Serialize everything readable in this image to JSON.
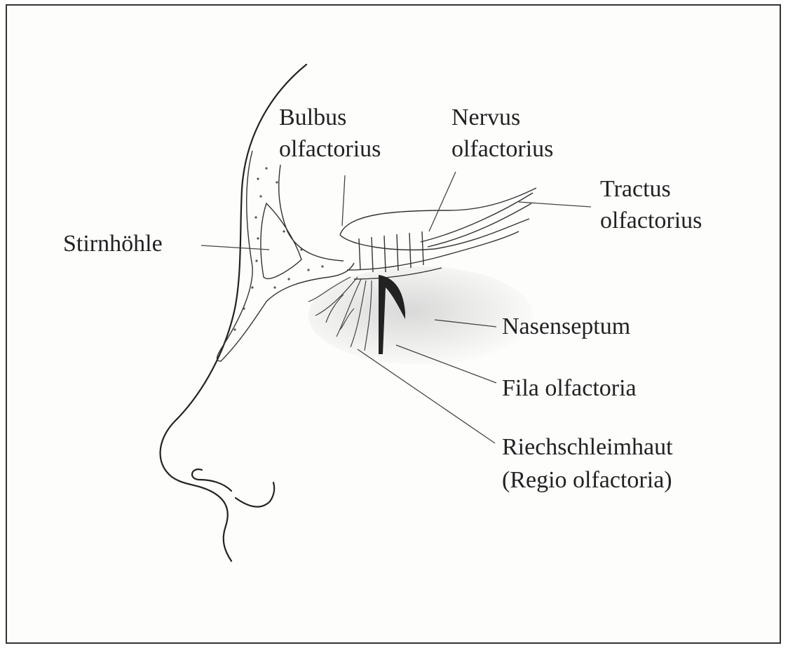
{
  "labels": {
    "bulbus": [
      "Bulbus",
      "olfactorius"
    ],
    "nervus": [
      "Nervus",
      "olfactorius"
    ],
    "tractus": [
      "Tractus",
      "olfactorius"
    ],
    "stirnhoehle": "Stirnhöhle",
    "nasenseptum": "Nasenseptum",
    "fila": "Fila olfactoria",
    "riech": [
      "Riechschleimhaut",
      "(Regio olfactoria)"
    ]
  }
}
